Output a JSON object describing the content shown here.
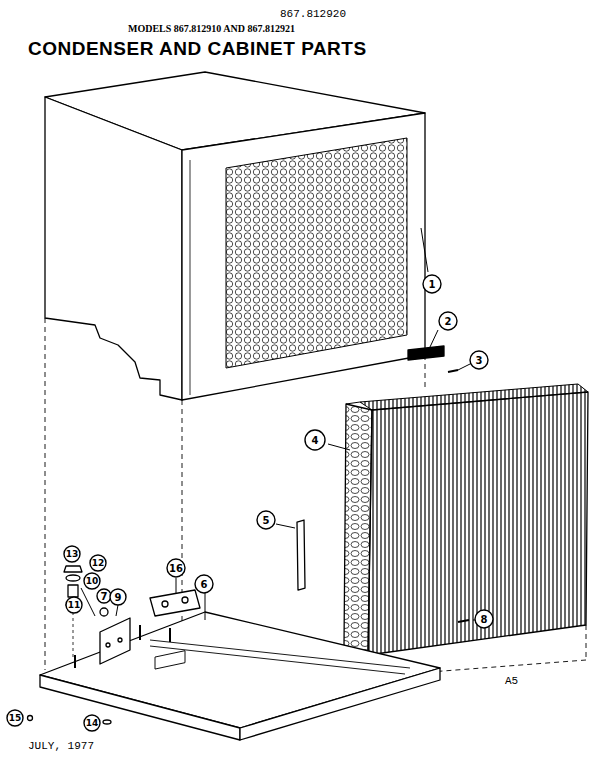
{
  "diagram": {
    "title": "CONDENSER AND CABINET PARTS",
    "labels": [
      "867.812920",
      "MODELS 867.812910 AND 867.812921",
      "1",
      "2",
      "3",
      "4",
      "5",
      "6",
      "7",
      "8",
      "9",
      "10",
      "11",
      "12",
      "13",
      "14",
      "15",
      "16",
      "A5",
      "JULY, 1977"
    ]
  }
}
